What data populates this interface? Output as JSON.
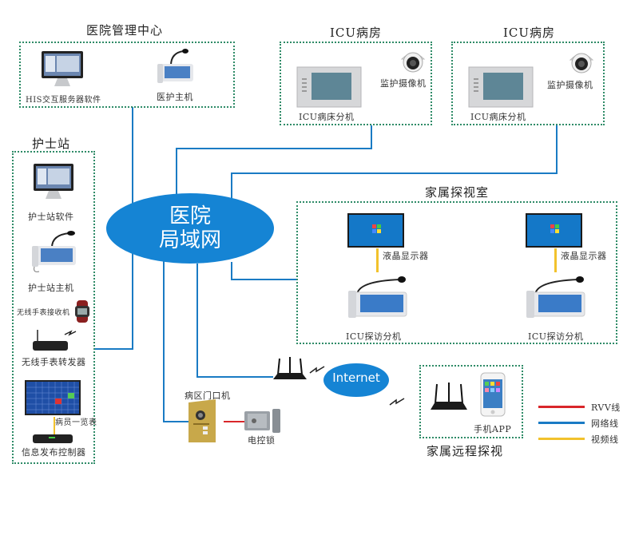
{
  "diagram": {
    "groups": {
      "hospital_mgmt": {
        "title": "医院管理中心",
        "devices": [
          {
            "label": "HIS交互服务器软件",
            "icon": "monitor-icon"
          },
          {
            "label": "医护主机",
            "icon": "desk-intercom-icon"
          }
        ]
      },
      "icu_room_1": {
        "title": "ICU病房",
        "devices": [
          {
            "label": "ICU病床分机",
            "icon": "bedside-terminal-icon"
          },
          {
            "label": "监护摄像机",
            "icon": "dome-camera-icon"
          }
        ]
      },
      "icu_room_2": {
        "title": "ICU病房",
        "devices": [
          {
            "label": "ICU病床分机",
            "icon": "bedside-terminal-icon"
          },
          {
            "label": "监护摄像机",
            "icon": "dome-camera-icon"
          }
        ]
      },
      "nurse_station": {
        "title": "护士站",
        "devices": [
          {
            "label": "护士站软件",
            "icon": "monitor-icon"
          },
          {
            "label": "护士站主机",
            "icon": "desk-intercom-icon"
          },
          {
            "label": "无线手表接收机",
            "icon": "wrist-watch-icon"
          },
          {
            "label": "无线手表转发器",
            "icon": "wireless-transmitter-icon"
          },
          {
            "label": "病员一览表",
            "icon": "patient-board-icon"
          },
          {
            "label": "信息发布控制器",
            "icon": "controller-box-icon"
          }
        ]
      },
      "family_visit_room": {
        "title": "家属探视室",
        "devices": [
          {
            "label": "液晶显示器",
            "icon": "lcd-display-icon"
          },
          {
            "label": "ICU探访分机",
            "icon": "desk-intercom-icon"
          },
          {
            "label": "液晶显示器",
            "icon": "lcd-display-icon"
          },
          {
            "label": "ICU探访分机",
            "icon": "desk-intercom-icon"
          }
        ]
      },
      "family_remote_visit": {
        "title": "家属远程探视",
        "devices": [
          {
            "label": "",
            "icon": "wifi-router-icon"
          },
          {
            "label": "手机APP",
            "icon": "smartphone-icon"
          }
        ]
      }
    },
    "hubs": {
      "lan_line1": "医院",
      "lan_line2": "局域网",
      "internet": "Internet"
    },
    "standalone": {
      "door_unit": "病区门口机",
      "electric_lock": "电控锁"
    },
    "legend": [
      {
        "label": "RVV线",
        "color": "#d9262a"
      },
      {
        "label": "网络线",
        "color": "#1a7bc4"
      },
      {
        "label": "视频线",
        "color": "#f2c22c"
      }
    ],
    "colors": {
      "network_line": "#1a7bc4",
      "video_line": "#f2c22c",
      "rvv_line": "#d9262a",
      "hub_fill": "#1584d4",
      "group_border": "#2e8b67"
    }
  }
}
